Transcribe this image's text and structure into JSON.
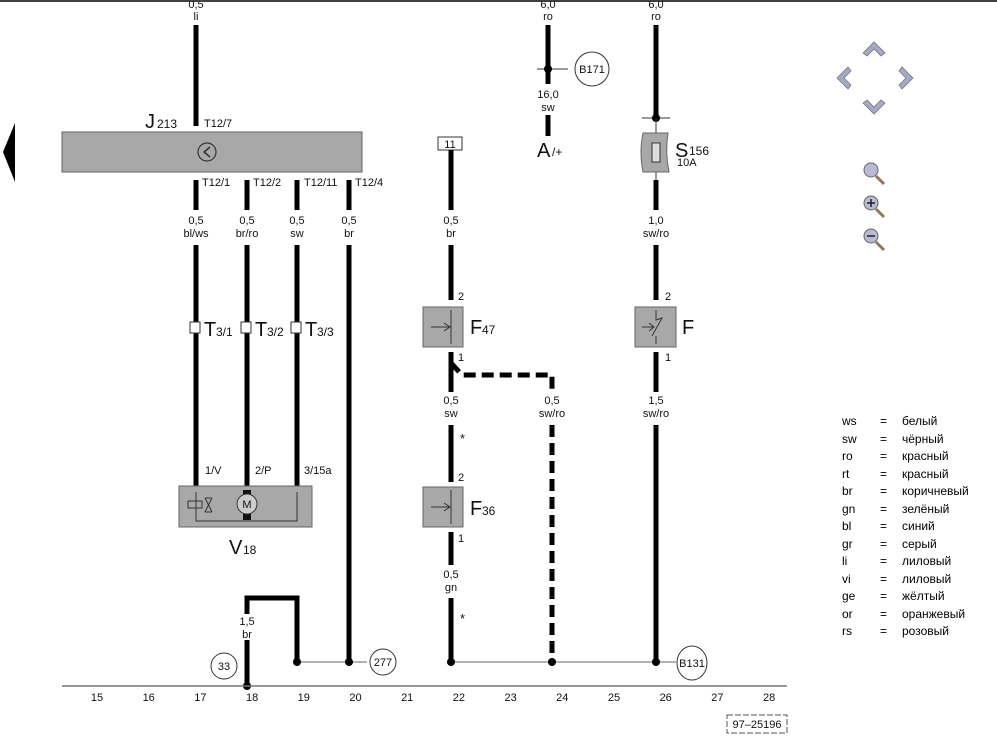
{
  "components": {
    "j213": {
      "letter": "J",
      "sub": "213",
      "pin_top": "T12/7",
      "pins": [
        "T12/1",
        "T12/2",
        "T12/11",
        "T12/4"
      ]
    },
    "v18": {
      "letter": "V",
      "sub": "18",
      "pins": [
        "1/V",
        "2/P",
        "3/15a"
      ],
      "motor": "M"
    },
    "t3": [
      {
        "letter": "T",
        "sub": "3/1"
      },
      {
        "letter": "T",
        "sub": "3/2"
      },
      {
        "letter": "T",
        "sub": "3/3"
      }
    ],
    "f47": {
      "letter": "F",
      "sub": "47",
      "pin_in": "2",
      "pin_out": "1"
    },
    "f36": {
      "letter": "F",
      "sub": "36",
      "pin_in": "2",
      "pin_out": "1"
    },
    "f": {
      "letter": "F",
      "pin_in": "2",
      "pin_out": "1"
    },
    "s156": {
      "letter": "S",
      "sub": "156",
      "rating": "10A"
    },
    "a_plus": {
      "letter": "A",
      "sub": "/+"
    },
    "ref_box_11": "11",
    "star": "*"
  },
  "wires": {
    "top_li": [
      "0,5",
      "li"
    ],
    "c17": [
      "0,5",
      "bl/ws"
    ],
    "c18a": [
      "0,5",
      "br/ro"
    ],
    "c19": [
      "0,5",
      "sw"
    ],
    "c20": [
      "0,5",
      "br"
    ],
    "c18_ground": [
      "1,5",
      "br"
    ],
    "c22_top": [
      "0,5",
      "br"
    ],
    "c22_mid": [
      "0,5",
      "sw"
    ],
    "c22_bot": [
      "0,5",
      "gn"
    ],
    "c24_dash": [
      "0,5",
      "sw/ro"
    ],
    "c24_top": [
      "6,0",
      "ro"
    ],
    "c24_battery": [
      "16,0",
      "sw"
    ],
    "c26_top": [
      "6,0",
      "ro"
    ],
    "c26_mid": [
      "1,0",
      "sw/ro"
    ],
    "c26_bot": [
      "1,5",
      "sw/ro"
    ]
  },
  "connectors": {
    "b171": "B171",
    "b131": "B131",
    "c277": "277",
    "c33": "33"
  },
  "columns": [
    "15",
    "16",
    "17",
    "18",
    "19",
    "20",
    "21",
    "22",
    "23",
    "24",
    "25",
    "26",
    "27",
    "28"
  ],
  "doc_number": "97–25196",
  "legend": [
    {
      "code": "ws",
      "eq": "=",
      "name": "белый"
    },
    {
      "code": "sw",
      "eq": "=",
      "name": "чёрный"
    },
    {
      "code": "ro",
      "eq": "=",
      "name": "красный"
    },
    {
      "code": "rt",
      "eq": "=",
      "name": "красный"
    },
    {
      "code": "br",
      "eq": "=",
      "name": "коричневый"
    },
    {
      "code": "gn",
      "eq": "=",
      "name": "зелёный"
    },
    {
      "code": "bl",
      "eq": "=",
      "name": "синий"
    },
    {
      "code": "gr",
      "eq": "=",
      "name": "серый"
    },
    {
      "code": "li",
      "eq": "=",
      "name": "лиловый"
    },
    {
      "code": "vi",
      "eq": "=",
      "name": "лиловый"
    },
    {
      "code": "ge",
      "eq": "=",
      "name": "жёлтый"
    },
    {
      "code": "or",
      "eq": "=",
      "name": "оранжевый"
    },
    {
      "code": "rs",
      "eq": "=",
      "name": "розовый"
    }
  ],
  "colors": {
    "component_fill": "#a8a8a8",
    "nav_icon": "#a6a8c8",
    "wire": "#000000",
    "ground": "#999999"
  }
}
